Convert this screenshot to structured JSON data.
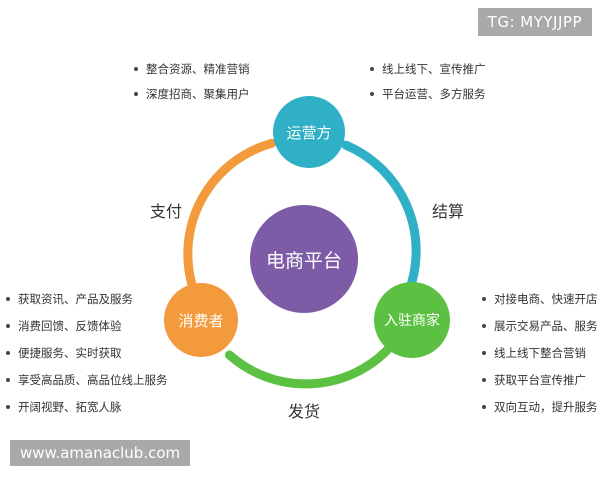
{
  "watermarks": {
    "top_right": "TG: MYYJJPP",
    "bottom_left": "www.amanaclub.com"
  },
  "nodes": {
    "center": {
      "label": "电商平台",
      "color": "#7d5ba6"
    },
    "top": {
      "label": "运营方",
      "color": "#2fb0c6"
    },
    "left": {
      "label": "消费者",
      "color": "#f39a3d"
    },
    "right": {
      "label": "入驻商家",
      "color": "#5cc142"
    }
  },
  "edges": {
    "left_label": "支付",
    "right_label": "结算",
    "bottom_label": "发货"
  },
  "lists": {
    "top_left": [
      "整合资源、精准营销",
      "深度招商、聚集用户"
    ],
    "top_right": [
      "线上线下、宣传推广",
      "平台运营、多方服务"
    ],
    "left": [
      "获取资讯、产品及服务",
      "消费回馈、反馈体验",
      "便捷服务、实时获取",
      "享受高品质、高品位线上服务",
      "开阔视野、拓宽人脉"
    ],
    "right": [
      "对接电商、快速开店",
      "展示交易产品、服务",
      "线上线下整合营销",
      "获取平台宣传推广",
      "双向互动，提升服务"
    ]
  }
}
